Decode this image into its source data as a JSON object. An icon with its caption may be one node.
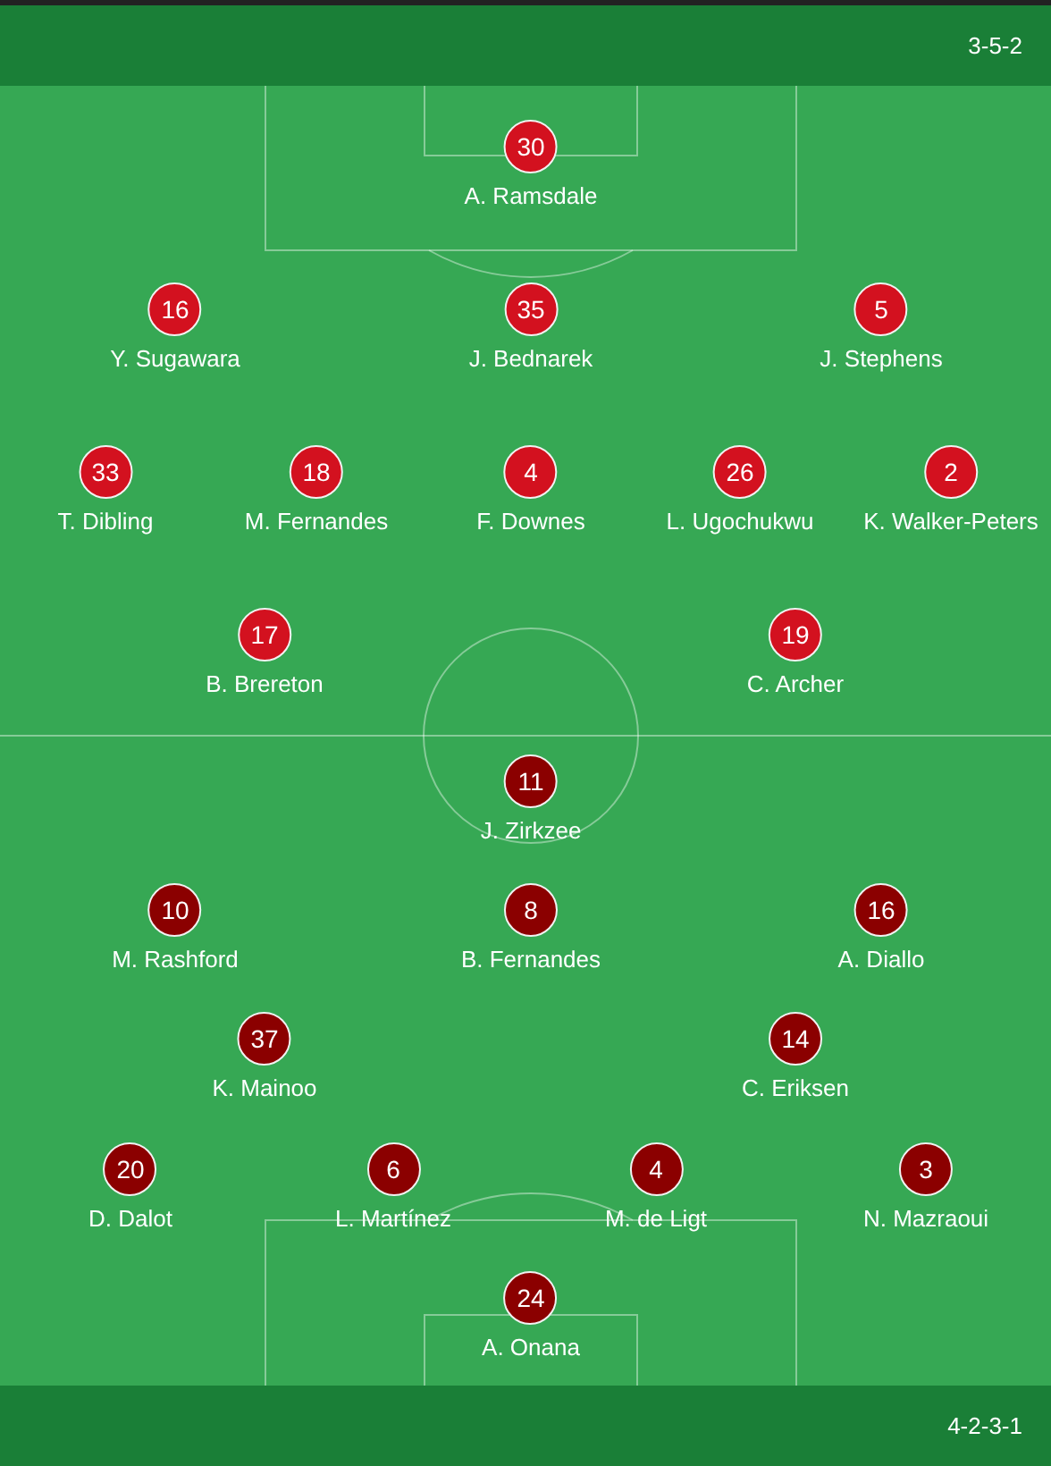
{
  "diagram": {
    "nodes": [
      {
        "text": [
          "3-5-2"
        ]
      },
      {
        "text": [
          "30"
        ],
        "beside": [
          "A. Ramsdale"
        ]
      },
      {
        "text": [
          "16"
        ],
        "beside": [
          "Y. Sugawara"
        ]
      },
      {
        "text": [
          "35"
        ],
        "beside": [
          "J. Bednarek"
        ]
      },
      {
        "text": [
          "5"
        ],
        "beside": [
          "J. Stephens"
        ]
      },
      {
        "text": [
          "33"
        ],
        "beside": [
          "T. Dibling"
        ]
      },
      {
        "text": [
          "18"
        ],
        "beside": [
          "M. Fernandes"
        ]
      },
      {
        "text": [
          "4"
        ],
        "beside": [
          "F. Downes"
        ]
      },
      {
        "text": [
          "26"
        ],
        "beside": [
          "L. Ugochukwu"
        ]
      },
      {
        "text": [
          "2"
        ],
        "beside": [
          "K. Walker-Peters"
        ]
      },
      {
        "text": [
          "17"
        ],
        "beside": [
          "B. Brereton"
        ]
      },
      {
        "text": [
          "19"
        ],
        "beside": [
          "C. Archer"
        ]
      },
      {
        "text": [
          "11"
        ],
        "beside": [
          "J. Zirkzee"
        ]
      },
      {
        "text": [
          "10"
        ],
        "beside": [
          "M. Rashford"
        ]
      },
      {
        "text": [
          "8"
        ],
        "beside": [
          "B. Fernandes"
        ]
      },
      {
        "text": [
          "16"
        ],
        "beside": [
          "A. Diallo"
        ]
      },
      {
        "text": [
          "37"
        ],
        "beside": [
          "K. Mainoo"
        ]
      },
      {
        "text": [
          "14"
        ],
        "beside": [
          "C. Eriksen"
        ]
      },
      {
        "text": [
          "20"
        ],
        "beside": [
          "D. Dalot"
        ]
      },
      {
        "text": [
          "6"
        ],
        "beside": [
          "L. Martínez"
        ]
      },
      {
        "text": [
          "4"
        ],
        "beside": [
          "M. de Ligt"
        ]
      },
      {
        "text": [
          "3"
        ],
        "beside": [
          "N. Mazraoui"
        ]
      },
      {
        "text": [
          "24"
        ],
        "beside": [
          "A. Onana"
        ]
      },
      {
        "text": [
          "4-2-3-1"
        ]
      }
    ]
  }
}
